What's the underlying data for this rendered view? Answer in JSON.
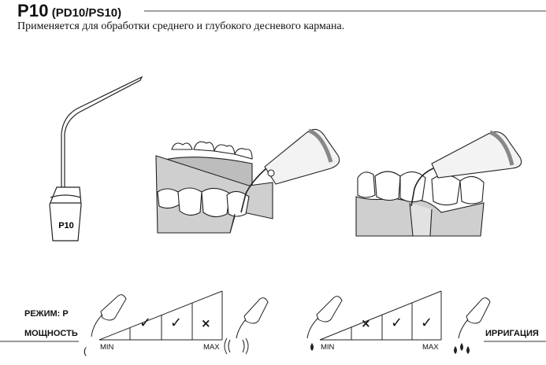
{
  "header": {
    "tip_code": "P10",
    "models": "(PD10/PS10)",
    "description": "Применяется для обработки среднего и глубокого десневого кармана."
  },
  "tip_illustration": {
    "engraved_label": "P10"
  },
  "power_panel": {
    "mode_label": "РЕЖИМ: P",
    "power_label": "МОЩНОСТЬ",
    "scale_min": "MIN",
    "scale_max": "MAX",
    "settings": [
      "check",
      "check",
      "cross"
    ]
  },
  "irrigation_panel": {
    "label": "ИРРИГАЦИЯ",
    "scale_min": "MIN",
    "scale_max": "MAX",
    "settings": [
      "cross",
      "check",
      "check"
    ]
  },
  "icons": {
    "check": "check-mark-icon",
    "cross": "cross-mark-icon",
    "vibration": "vibration-waves-icon",
    "water_drop": "water-drop-icon"
  }
}
